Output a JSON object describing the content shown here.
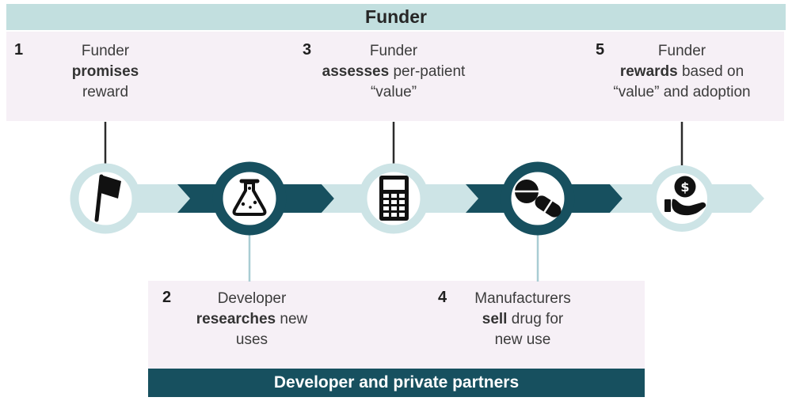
{
  "colors": {
    "tealDark": "#17505f",
    "tealLight": "#cde4e6",
    "tealHeader": "#c2dfdf",
    "lavender": "#f6f0f6",
    "textDark": "#3c3c3c",
    "numDark": "#1f1f1f",
    "lineDark": "#2b2b2b",
    "lineLight": "#a9cdd3",
    "white": "#ffffff"
  },
  "header": {
    "label": "Funder"
  },
  "footer": {
    "label": "Developer and private partners"
  },
  "coin_symbol": "$",
  "steps": [
    {
      "num": "1",
      "icon": "flag-icon",
      "actor_band": "funder",
      "lines": [
        [
          {
            "t": "Funder"
          }
        ],
        [
          {
            "t": "promises",
            "b": true
          }
        ],
        [
          {
            "t": "reward"
          }
        ]
      ]
    },
    {
      "num": "2",
      "icon": "flask-icon",
      "actor_band": "developer",
      "lines": [
        [
          {
            "t": "Developer"
          }
        ],
        [
          {
            "t": "researches",
            "b": true
          },
          {
            "t": " new"
          }
        ],
        [
          {
            "t": "uses"
          }
        ]
      ]
    },
    {
      "num": "3",
      "icon": "calculator-icon",
      "actor_band": "funder",
      "lines": [
        [
          {
            "t": "Funder"
          }
        ],
        [
          {
            "t": "assesses",
            "b": true
          },
          {
            "t": " per-patient"
          }
        ],
        [
          {
            "t": "“value”"
          }
        ]
      ]
    },
    {
      "num": "4",
      "icon": "pills-icon",
      "actor_band": "developer",
      "lines": [
        [
          {
            "t": "Manufacturers"
          }
        ],
        [
          {
            "t": "sell",
            "b": true
          },
          {
            "t": " drug for"
          }
        ],
        [
          {
            "t": "new use"
          }
        ]
      ]
    },
    {
      "num": "5",
      "icon": "coin-hand-icon",
      "actor_band": "funder",
      "lines": [
        [
          {
            "t": "Funder"
          }
        ],
        [
          {
            "t": "rewards",
            "b": true
          },
          {
            "t": " based on"
          }
        ],
        [
          {
            "t": "“value” and adoption"
          }
        ]
      ]
    }
  ]
}
